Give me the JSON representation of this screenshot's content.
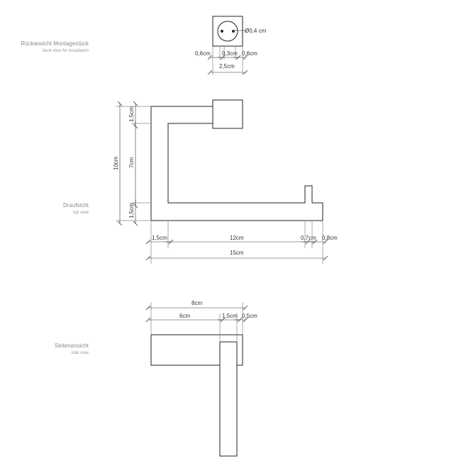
{
  "views": {
    "back": {
      "title": "Rückansicht Montagestück",
      "subtitle": "back view for installation",
      "dims": {
        "hole": "Ø0,4 cm",
        "left": "0,6cm",
        "mid": "0,3cm",
        "right": "0,6cm",
        "total": "2,5cm"
      }
    },
    "top": {
      "title": "Draufsicht",
      "subtitle": "top view",
      "dims": {
        "overall_height": "10cm",
        "upper": "1,5cm",
        "middle": "7cm",
        "lower": "1,5cm",
        "left": "1,5cm",
        "span": "12cm",
        "gap": "0,7cm",
        "tip": "0,8cm",
        "total_width": "15cm"
      }
    },
    "side": {
      "title": "Seitenansicht",
      "subtitle": "side view",
      "dims": {
        "overall": "8cm",
        "arm": "6cm",
        "block": "1,5cm",
        "end": "0,5cm"
      }
    }
  },
  "colors": {
    "line": "#222222",
    "label": "#8a8a8a"
  }
}
